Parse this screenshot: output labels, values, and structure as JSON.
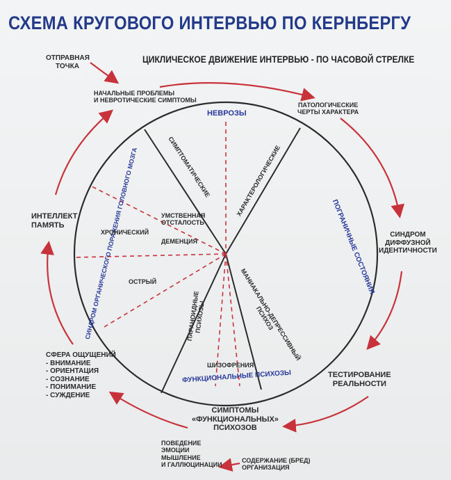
{
  "title": "СХЕМА КРУГОВОГО ИНТЕРВЬЮ ПО КЕРНБЕРГУ",
  "subtitle": "ЦИКЛИЧЕСКОЕ ДВИЖЕНИЕ ИНТЕРВЬЮ - ПО ЧАСОВОЙ СТРЕЛКЕ",
  "start_point": [
    "ОТПРАВНАЯ",
    "ТОЧКА"
  ],
  "initial_problems": [
    "НАЧАЛЬНЫЕ ПРОБЛЕМЫ",
    "И НЕВРОТИЧЕСКИЕ СИМПТОМЫ"
  ],
  "pathological_traits": [
    "ПАТОЛОГИЧЕСКИЕ",
    "ЧЕРТЫ ХАРАКТЕРА"
  ],
  "diffusion_identity": [
    "СИНДРОМ",
    "ДИФФУЗНОЙ",
    "ИДЕНТИЧНОСТИ"
  ],
  "reality_testing": [
    "ТЕСТИРОВАНИЕ",
    "РЕАЛЬНОСТИ"
  ],
  "functional_symptoms": [
    "СИМПТОМЫ",
    "«ФУНКЦИОНАЛЬНЫХ»",
    "ПСИХОЗОВ"
  ],
  "symptom_list": [
    "ПОВЕДЕНИЕ",
    "ЭМОЦИИ",
    "МЫШЛЕНИЕ",
    "И ГАЛЛЮЦИНАЦИИ"
  ],
  "content_org": [
    "СОДЕРЖАНИЕ (БРЕД)",
    "ОРГАНИЗАЦИЯ"
  ],
  "sensorium": [
    "СФЕРА ОЩУЩЕНИЙ",
    "- ВНИМАНИЕ",
    "- ОРИЕНТАЦИЯ",
    "- СОЗНАНИЕ",
    "- ПОНИМАНИЕ",
    "- СУЖДЕНИЕ"
  ],
  "intellect": [
    "ИНТЕЛЛЕКТ",
    "ПАМЯТЬ"
  ],
  "sectors": {
    "neuroses": "НЕВРОЗЫ",
    "borderline": "ПОГРАНИЧНЫЕ СОСТОЯНИЯ",
    "functional_psychoses": "ФУНКЦИОНАЛЬНЫЕ ПСИХОЗЫ",
    "organic_syndrome": "СИНДРОМ ОРГАНИЧЕСКОГО ПОРАЖЕНИЯ ГОЛОВНОГО МОЗГА"
  },
  "inner": {
    "symptomatic": "СИМПТОМАТИЧЕСКИЕ",
    "characterological": "ХАРАКТЕРОЛОГИЧЕСКИЕ",
    "mental_retardation": [
      "УМСТВЕННАЯ",
      "ОТСТАЛОСТЬ"
    ],
    "dementia": "ДЕМЕНЦИЯ",
    "chronic": "ХРОНИЧЕСКИЙ",
    "acute": "ОСТРЫЙ",
    "paranoid": [
      "ПАРАНОИДНЫЕ",
      "ПСИХОЗЫ"
    ],
    "manic_depressive": [
      "МАНИАКАЛЬНО-ДЕПРЕССИВНЫЙ",
      "ПСИХОЗ"
    ],
    "schizophrenia": "ШИЗОФРЕНИЯ"
  },
  "colors": {
    "title_blue": "#233a8a",
    "arrow_red": "#c8323a",
    "line_dark": "#2b2b2b"
  }
}
